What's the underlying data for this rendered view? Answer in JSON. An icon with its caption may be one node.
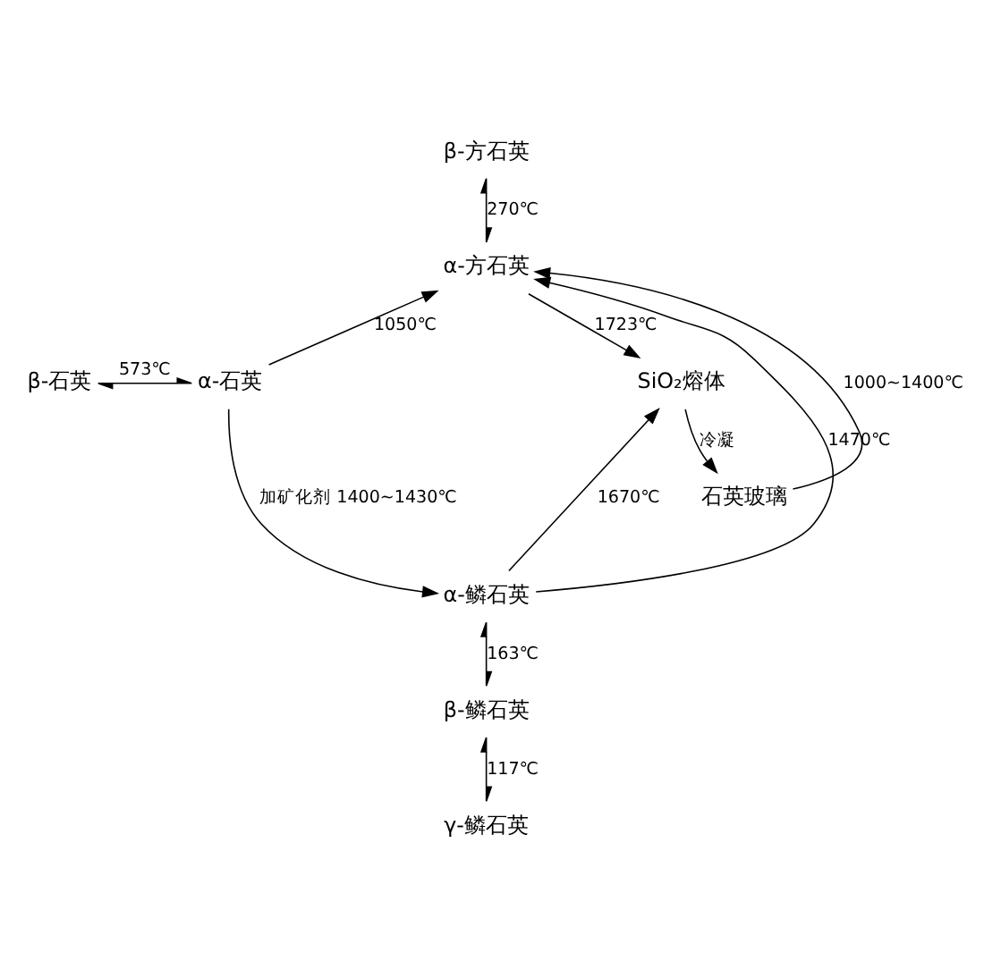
{
  "diagram": {
    "nodes": [
      {
        "text": [
          "β-方石英"
        ]
      },
      {
        "text": [
          "α-方石英"
        ]
      },
      {
        "text": [
          "β-石英"
        ]
      },
      {
        "text": [
          "α-石英"
        ]
      },
      {
        "text": [
          "石英玻璃"
        ]
      },
      {
        "text": [
          "SiO₂熔体"
        ]
      },
      {
        "text": [
          "α-鳞石英"
        ]
      },
      {
        "text": [
          "β-鳞石英"
        ]
      },
      {
        "text": [
          "γ-鳞石英"
        ]
      }
    ],
    "edges": [
      {
        "from": 0,
        "to": 1,
        "arrow": "both",
        "label": "270℃"
      },
      {
        "from": 2,
        "to": 3,
        "arrow": "both",
        "label": "573℃"
      },
      {
        "from": 3,
        "to": 1,
        "arrow": "to",
        "label": "1050℃"
      },
      {
        "from": 1,
        "to": 5,
        "arrow": "to",
        "label": "1723℃"
      },
      {
        "from": 4,
        "to": 1,
        "arrow": "to",
        "label": "1000~1400℃"
      },
      {
        "from": 5,
        "to": 4,
        "arrow": "to",
        "label": "冷凝"
      },
      {
        "from": 6,
        "to": 1,
        "arrow": "to",
        "label": "1470℃"
      },
      {
        "from": 3,
        "to": 6,
        "arrow": "to",
        "label": "加矿化剂 1400~1430℃"
      },
      {
        "from": 6,
        "to": 5,
        "arrow": "to",
        "label": "1670℃"
      },
      {
        "from": 6,
        "to": 7,
        "arrow": "both",
        "label": "163℃"
      },
      {
        "from": 7,
        "to": 8,
        "arrow": "both",
        "label": "117℃"
      }
    ]
  }
}
